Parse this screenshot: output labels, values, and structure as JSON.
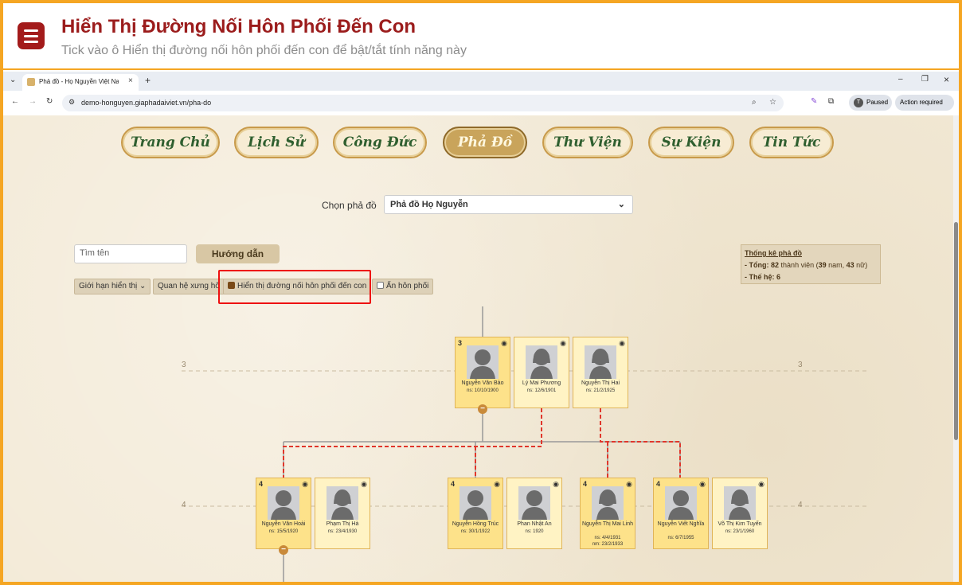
{
  "header": {
    "title": "Hiển Thị Đường Nối Hôn Phối Đến Con",
    "subtitle": "Tick vào ô Hiển thị đường nối hôn phối đến con để bật/tắt tính năng này"
  },
  "browser": {
    "tab_title": "Phả đồ - Họ Nguyễn Việt Nam",
    "url": "demo-honguyen.giaphadaiviet.vn/pha-do",
    "profile_initial": "T",
    "profile_status": "Paused",
    "action_label": "Action required"
  },
  "nav": [
    "Trang Chủ",
    "Lịch Sử",
    "Công Đức",
    "Phả Đồ",
    "Thư Viện",
    "Sự Kiện",
    "Tin Tức"
  ],
  "selector": {
    "label": "Chọn phả đồ",
    "value": "Phả đồ Họ Nguyễn"
  },
  "search": {
    "placeholder": "Tìm tên"
  },
  "guide_button": "Hướng dẫn",
  "options": {
    "limit": "Giới hạn hiển thị",
    "relation": "Quan hệ xưng hô",
    "show_lines": "Hiển thị đường nối hôn phối đến con",
    "hide_spouse": "Ẩn hôn phối"
  },
  "stats": {
    "title": "Thống kê phả đồ",
    "total_label": "- Tổng:",
    "total": "82",
    "members": "thành viên (",
    "male": "39",
    "male_label": "nam,",
    "female": "43",
    "female_label": "nữ)",
    "gen_label": "- Thế hệ:",
    "gen": "6"
  },
  "generations": {
    "g3": "3",
    "g4": "4"
  },
  "people": [
    {
      "num": "3",
      "name": "Nguyễn Văn Bảo",
      "dates": [
        "ns: 10/10/1900"
      ],
      "gender": "m",
      "child": true
    },
    {
      "num": "",
      "name": "Lý Mai Phương",
      "dates": [
        "ns: 12/6/1901"
      ],
      "gender": "f",
      "child": false
    },
    {
      "num": "",
      "name": "Nguyễn Thị Hai",
      "dates": [
        "ns: 21/2/1925"
      ],
      "gender": "f",
      "child": false
    },
    {
      "num": "4",
      "name": "Nguyễn Văn Hoài",
      "dates": [
        "ns: 15/5/1920"
      ],
      "gender": "m",
      "child": true
    },
    {
      "num": "",
      "name": "Phạm Thị Hà",
      "dates": [
        "ns: 23/4/1930"
      ],
      "gender": "f",
      "child": false
    },
    {
      "num": "4",
      "name": "Nguyễn Hồng Trúc",
      "dates": [
        "ns: 30/1/1922"
      ],
      "gender": "m",
      "child": true
    },
    {
      "num": "",
      "name": "Phan Nhật An",
      "dates": [
        "ns: 1920"
      ],
      "gender": "m",
      "child": false
    },
    {
      "num": "4",
      "name": "Nguyễn Thị Mai Linh",
      "dates": [
        "ns: 4/4/1931",
        "nm: 23/2/1933"
      ],
      "gender": "f",
      "child": true
    },
    {
      "num": "4",
      "name": "Nguyễn Viết Nghĩa",
      "dates": [
        "ns: 6/7/1955"
      ],
      "gender": "m",
      "child": true
    },
    {
      "num": "",
      "name": "Võ Thị Kim Tuyến",
      "dates": [
        "ns: 23/1/1960"
      ],
      "gender": "f",
      "child": false
    }
  ],
  "colors": {
    "accent": "#9b1c1c",
    "border": "#f5a623",
    "line_red": "#e0362b"
  }
}
